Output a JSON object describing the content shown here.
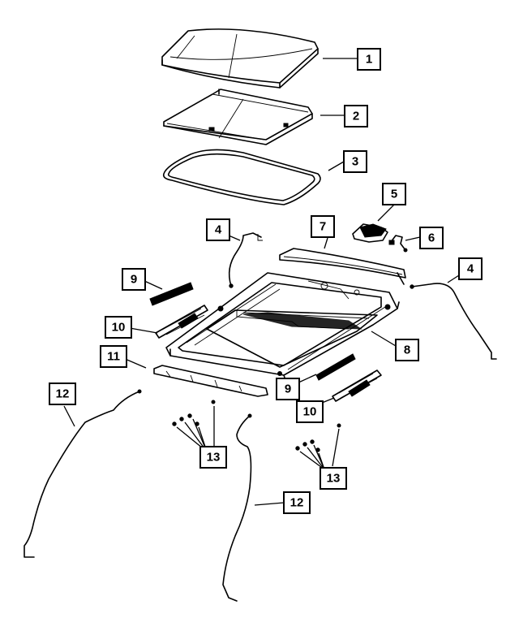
{
  "callouts": [
    {
      "id": "c1",
      "label": "1"
    },
    {
      "id": "c2",
      "label": "2"
    },
    {
      "id": "c3",
      "label": "3"
    },
    {
      "id": "c4a",
      "label": "4"
    },
    {
      "id": "c5",
      "label": "5"
    },
    {
      "id": "c6",
      "label": "6"
    },
    {
      "id": "c7",
      "label": "7"
    },
    {
      "id": "c4b",
      "label": "4"
    },
    {
      "id": "c9a",
      "label": "9"
    },
    {
      "id": "c10a",
      "label": "10"
    },
    {
      "id": "c8",
      "label": "8"
    },
    {
      "id": "c11",
      "label": "11"
    },
    {
      "id": "c9b",
      "label": "9"
    },
    {
      "id": "c10b",
      "label": "10"
    },
    {
      "id": "c12a",
      "label": "12"
    },
    {
      "id": "c13a",
      "label": "13"
    },
    {
      "id": "c13b",
      "label": "13"
    },
    {
      "id": "c12b",
      "label": "12"
    }
  ]
}
